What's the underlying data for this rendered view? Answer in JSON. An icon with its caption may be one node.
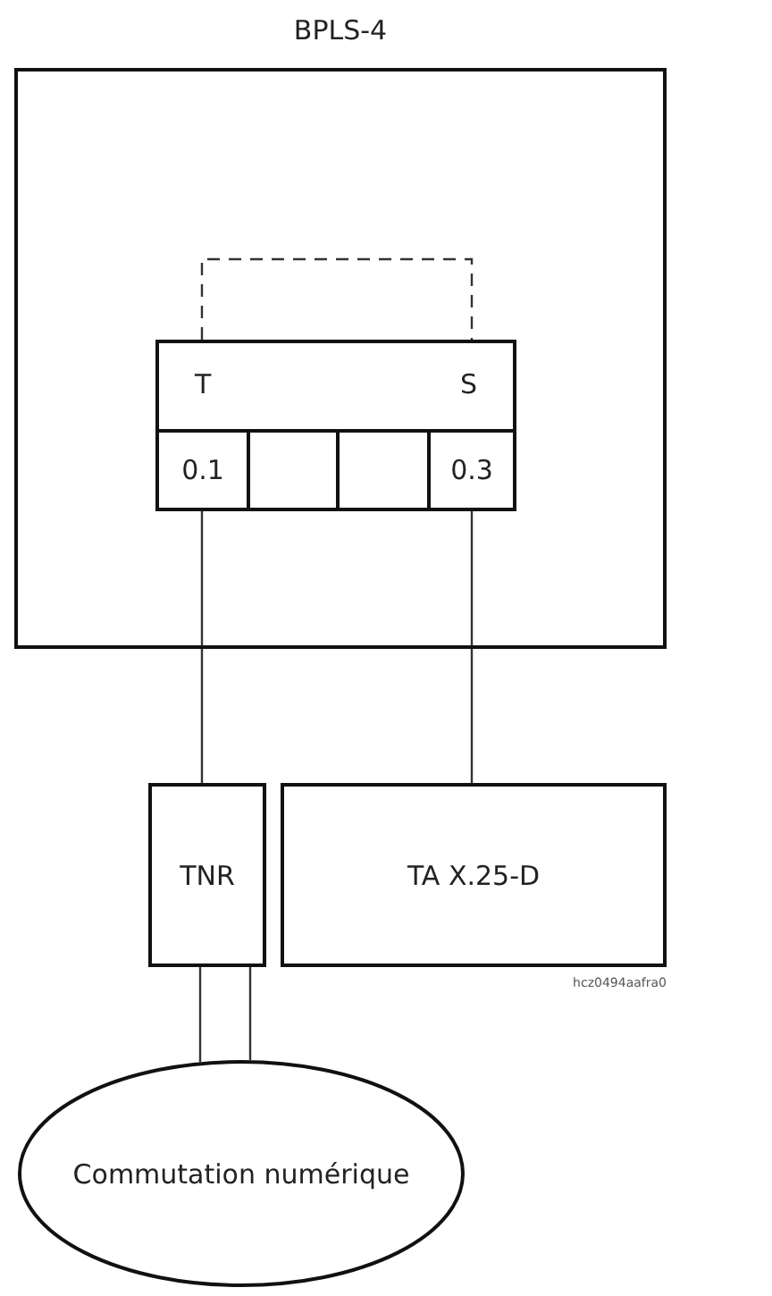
{
  "diagram": {
    "nodes": [
      {
        "text": [
          "BPLS-4"
        ]
      },
      {
        "text": [
          "T",
          "S"
        ],
        "in": 0
      },
      {
        "text": [
          "0.1"
        ],
        "in": 0
      },
      {
        "text": [],
        "shape": "box",
        "in": 0
      },
      {
        "text": [],
        "shape": "box",
        "in": 0
      },
      {
        "text": [
          "0.3"
        ],
        "in": 0
      },
      {
        "text": [
          "TNR"
        ]
      },
      {
        "text": [
          "TA X.25-D"
        ]
      },
      {
        "text": [
          "Commutation numérique"
        ]
      }
    ],
    "edges": [
      {
        "from": 1,
        "to": 1,
        "arrow": "none",
        "style": "dashed"
      },
      {
        "from": 2,
        "to": 6,
        "arrow": "none"
      },
      {
        "from": 5,
        "to": 7,
        "arrow": "none"
      },
      {
        "from": 6,
        "to": 8,
        "arrow": "none"
      },
      {
        "from": 6,
        "to": 8,
        "arrow": "none"
      }
    ],
    "labels": [
      "hcz0494aafra0"
    ]
  }
}
